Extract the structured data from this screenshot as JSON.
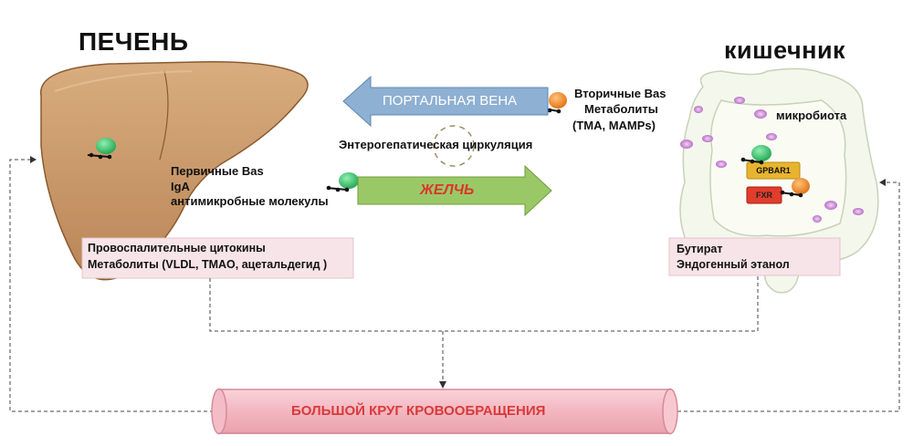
{
  "liver": {
    "title": "ПЕЧЕНЬ",
    "primary_lines": [
      "Первичные Bas",
      "IgA",
      "антимикробные молекулы"
    ],
    "box_lines": [
      "Провоспалительные цитокины",
      "Метаболиты (VLDL, TMAO, ацетальдегид )"
    ]
  },
  "intestine": {
    "title": "кишечник",
    "microbiota_label": "микробиота",
    "receptor1": "GPBAR1",
    "receptor2": "FXR",
    "box_lines": [
      "Бутират",
      "Эндогенный этанол"
    ]
  },
  "center": {
    "portal_vein": "ПОРТАЛЬНАЯ ВЕНА",
    "bile": "ЖЕЛЧЬ",
    "circulation": "Энтерогепатическая циркуляция",
    "secondary_lines": [
      "Вторичные Bas",
      "Метаболиты",
      "(TMA, MAMPs)"
    ]
  },
  "systemic": {
    "label": "БОЛЬШОЙ КРУГ КРОВООБРАЩЕНИЯ"
  },
  "colors": {
    "liver_fill": "#c99a6b",
    "portal_arrow": "#7ea2c8",
    "bile_arrow": "#8fbb55",
    "vessel": "#f2b8c2",
    "systemic_text": "#d83a3a",
    "green_molecule": "#38c46a",
    "orange_molecule": "#f0892a"
  }
}
